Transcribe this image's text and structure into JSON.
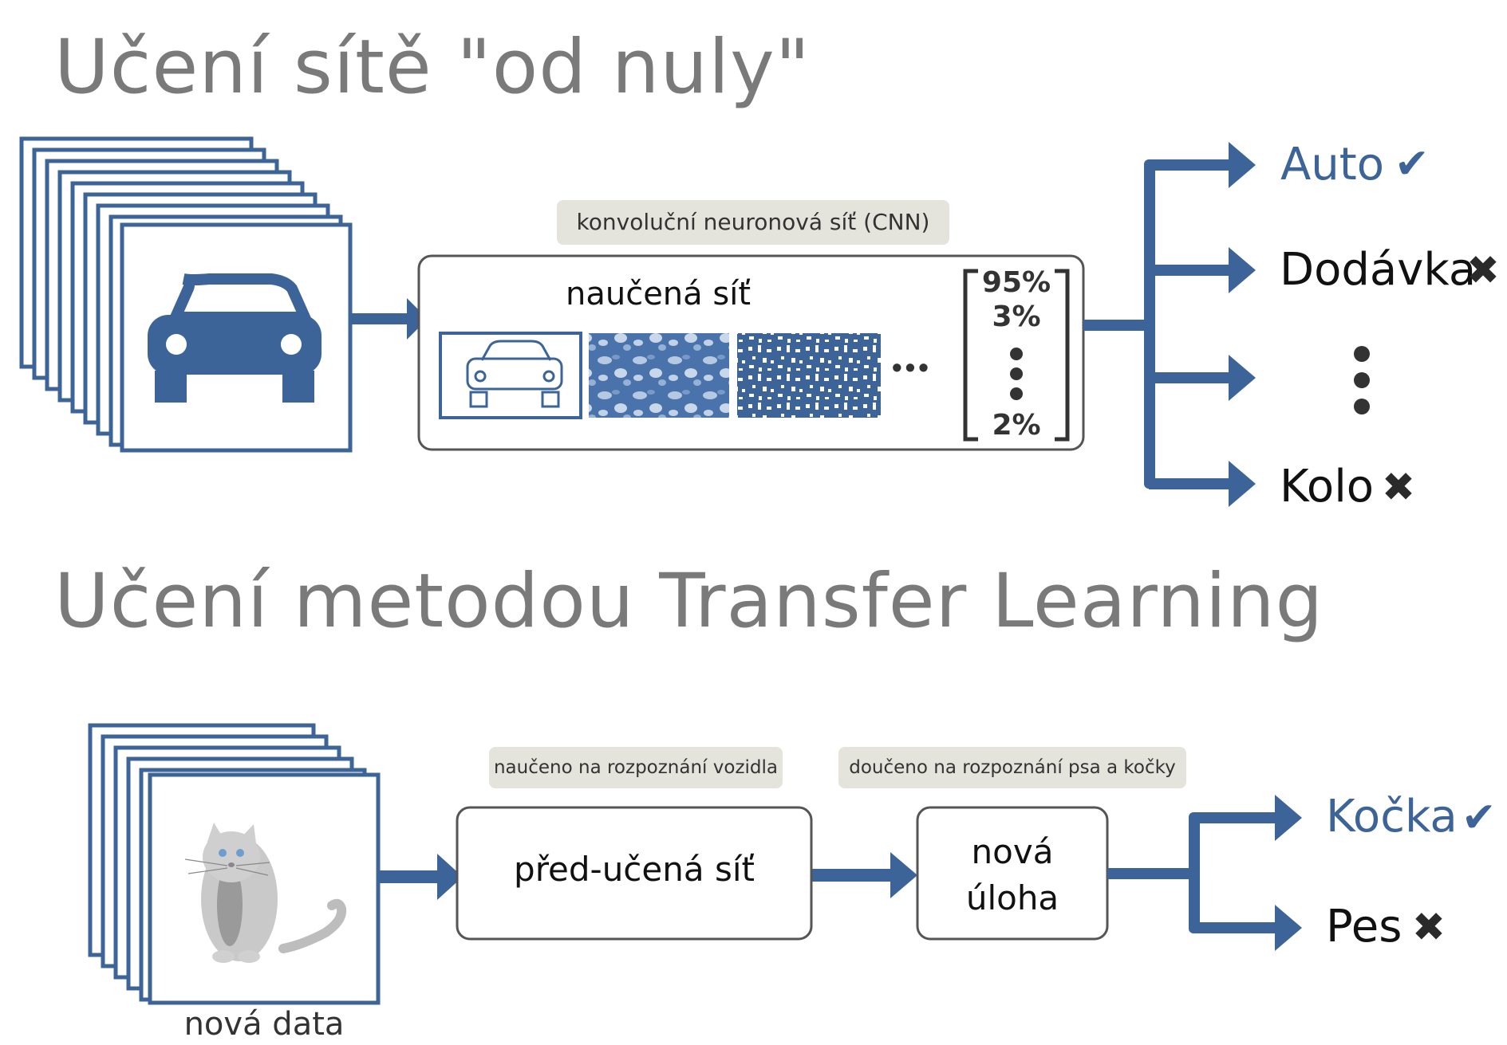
{
  "titles": {
    "scratch": "Učení sítě \"od nuly\"",
    "transfer": "Učení metodou Transfer Learning"
  },
  "top": {
    "cnn_label": "konvoluční neuronová síť (CNN)",
    "network_label": "naučená síť",
    "ellipsis": "•••",
    "probabilities": [
      "95%",
      "3%",
      "2%"
    ],
    "outputs": [
      {
        "label": "Auto",
        "mark": "✔",
        "correct": true
      },
      {
        "label": "Dodávka",
        "mark": "✖",
        "correct": false
      },
      {
        "label": "Kolo",
        "mark": "✖",
        "correct": false
      }
    ]
  },
  "bottom": {
    "pretrained_caption": "naučeno na rozpoznání vozidla",
    "finetune_caption": "doučeno na rozpoznání psa a kočky",
    "pretrained_box": "před-učená síť",
    "new_task_box": [
      "nová",
      "úloha"
    ],
    "new_data_label": "nová data",
    "outputs": [
      {
        "label": "Kočka",
        "mark": "✔",
        "correct": true
      },
      {
        "label": "Pes",
        "mark": "✖",
        "correct": false
      }
    ]
  },
  "colors": {
    "accent": "#3d6499",
    "title_gray": "#7a7a7a",
    "pill_bg": "#e4e4dc",
    "dark_mark": "#2a2a2a"
  },
  "icons": [
    "car-icon",
    "cat-icon",
    "check-icon",
    "cross-icon",
    "arrow-icon"
  ]
}
